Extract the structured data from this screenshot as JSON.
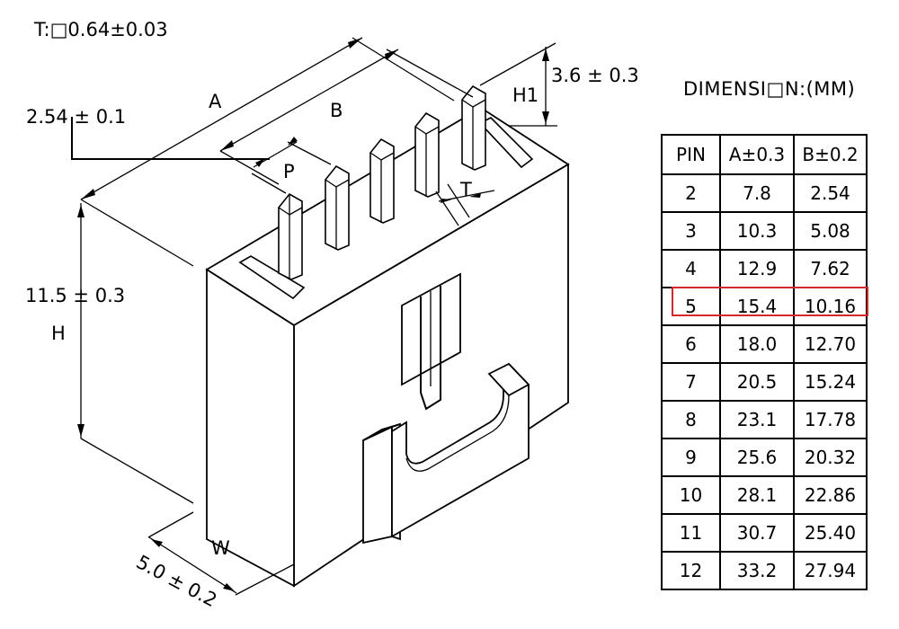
{
  "labels": {
    "thickness": "T:□0.64±0.03",
    "pitch_tol": "2.54 ± 0.1",
    "h1_tol": "3.6 ± 0.3",
    "h_tol": "11.5 ± 0.3",
    "w_tol": "5.0 ± 0.2",
    "a": "A",
    "b": "B",
    "p": "P",
    "t": "T",
    "h1": "H1",
    "h": "H",
    "w": "W"
  },
  "table": {
    "title": "DIMENSI□N:(MM)",
    "headers": [
      "PIN",
      "A±0.3",
      "B±0.2"
    ],
    "rows": [
      [
        "2",
        "7.8",
        "2.54"
      ],
      [
        "3",
        "10.3",
        "5.08"
      ],
      [
        "4",
        "12.9",
        "7.62"
      ],
      [
        "5",
        "15.4",
        "10.16"
      ],
      [
        "6",
        "18.0",
        "12.70"
      ],
      [
        "7",
        "20.5",
        "15.24"
      ],
      [
        "8",
        "23.1",
        "17.78"
      ],
      [
        "9",
        "25.6",
        "20.32"
      ],
      [
        "10",
        "28.1",
        "22.86"
      ],
      [
        "11",
        "30.7",
        "25.40"
      ],
      [
        "12",
        "33.2",
        "27.94"
      ]
    ],
    "highlighted_pin": "5",
    "highlight_color": "#d62828"
  }
}
